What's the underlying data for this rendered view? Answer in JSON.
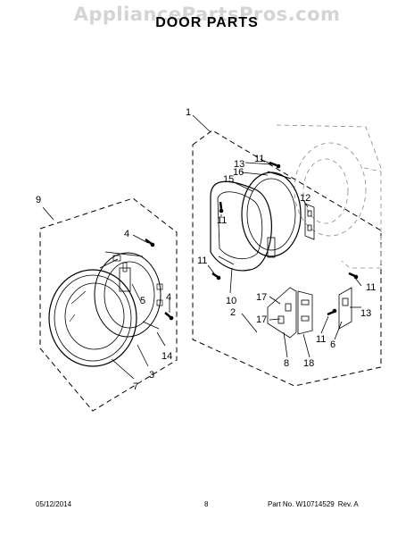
{
  "header": {
    "watermark": "AppliancePartsPros.com",
    "title": "DOOR PARTS"
  },
  "callouts": [
    "1",
    "9",
    "4",
    "5",
    "4",
    "14",
    "3",
    "7",
    "13",
    "11",
    "16",
    "15",
    "12",
    "11",
    "10",
    "11",
    "17",
    "17",
    "2",
    "8",
    "18",
    "11",
    "13",
    "11",
    "6"
  ],
  "footer": {
    "date": "05/12/2014",
    "page": "8",
    "part_label": "Part No. W10714529",
    "rev_label": "Rev. A"
  }
}
